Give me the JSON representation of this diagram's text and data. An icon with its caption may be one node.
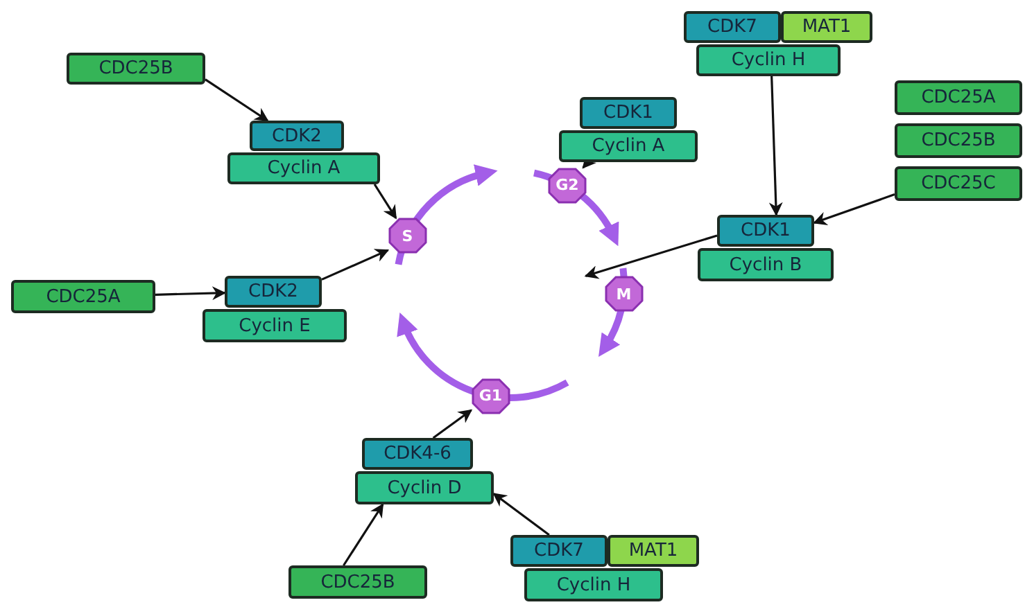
{
  "diagram": {
    "nodes": [
      {
        "text": [
          "CDC25B"
        ]
      },
      {
        "text": [
          "CDK2"
        ]
      },
      {
        "text": [
          "Cyclin A"
        ]
      },
      {
        "text": [
          "CDK7"
        ]
      },
      {
        "text": [
          "MAT1"
        ]
      },
      {
        "text": [
          "Cyclin H"
        ]
      },
      {
        "text": [
          "CDK1"
        ]
      },
      {
        "text": [
          "Cyclin A"
        ]
      },
      {
        "text": [
          "CDC25A"
        ]
      },
      {
        "text": [
          "CDC25B"
        ]
      },
      {
        "text": [
          "CDC25C"
        ]
      },
      {
        "text": [
          "CDK1"
        ]
      },
      {
        "text": [
          "Cyclin B"
        ]
      },
      {
        "text": [
          "CDC25A"
        ]
      },
      {
        "text": [
          "CDK2"
        ]
      },
      {
        "text": [
          "Cyclin E"
        ]
      },
      {
        "text": [
          "S"
        ]
      },
      {
        "text": [
          "G2"
        ]
      },
      {
        "text": [
          "M"
        ]
      },
      {
        "text": [
          "G1"
        ]
      },
      {
        "text": [
          "CDK4-6"
        ]
      },
      {
        "text": [
          "Cyclin D"
        ]
      },
      {
        "text": [
          "CDC25B"
        ]
      },
      {
        "text": [
          "CDK7"
        ]
      },
      {
        "text": [
          "MAT1"
        ]
      },
      {
        "text": [
          "Cyclin H"
        ]
      }
    ],
    "edges": [
      {
        "from": 0,
        "to": 1,
        "arrow": "to"
      },
      {
        "from": 2,
        "to": 16,
        "arrow": "to"
      },
      {
        "from": 7,
        "to": 17,
        "arrow": "to"
      },
      {
        "from": 5,
        "to": 11,
        "arrow": "to"
      },
      {
        "from": 10,
        "to": 11,
        "arrow": "to"
      },
      {
        "from": 11,
        "to": 18,
        "arrow": "to"
      },
      {
        "from": 13,
        "to": 14,
        "arrow": "to"
      },
      {
        "from": 14,
        "to": 16,
        "arrow": "to"
      },
      {
        "from": 20,
        "to": 19,
        "arrow": "to"
      },
      {
        "from": 22,
        "to": 21,
        "arrow": "to"
      },
      {
        "from": 23,
        "to": 21,
        "arrow": "to"
      }
    ]
  }
}
